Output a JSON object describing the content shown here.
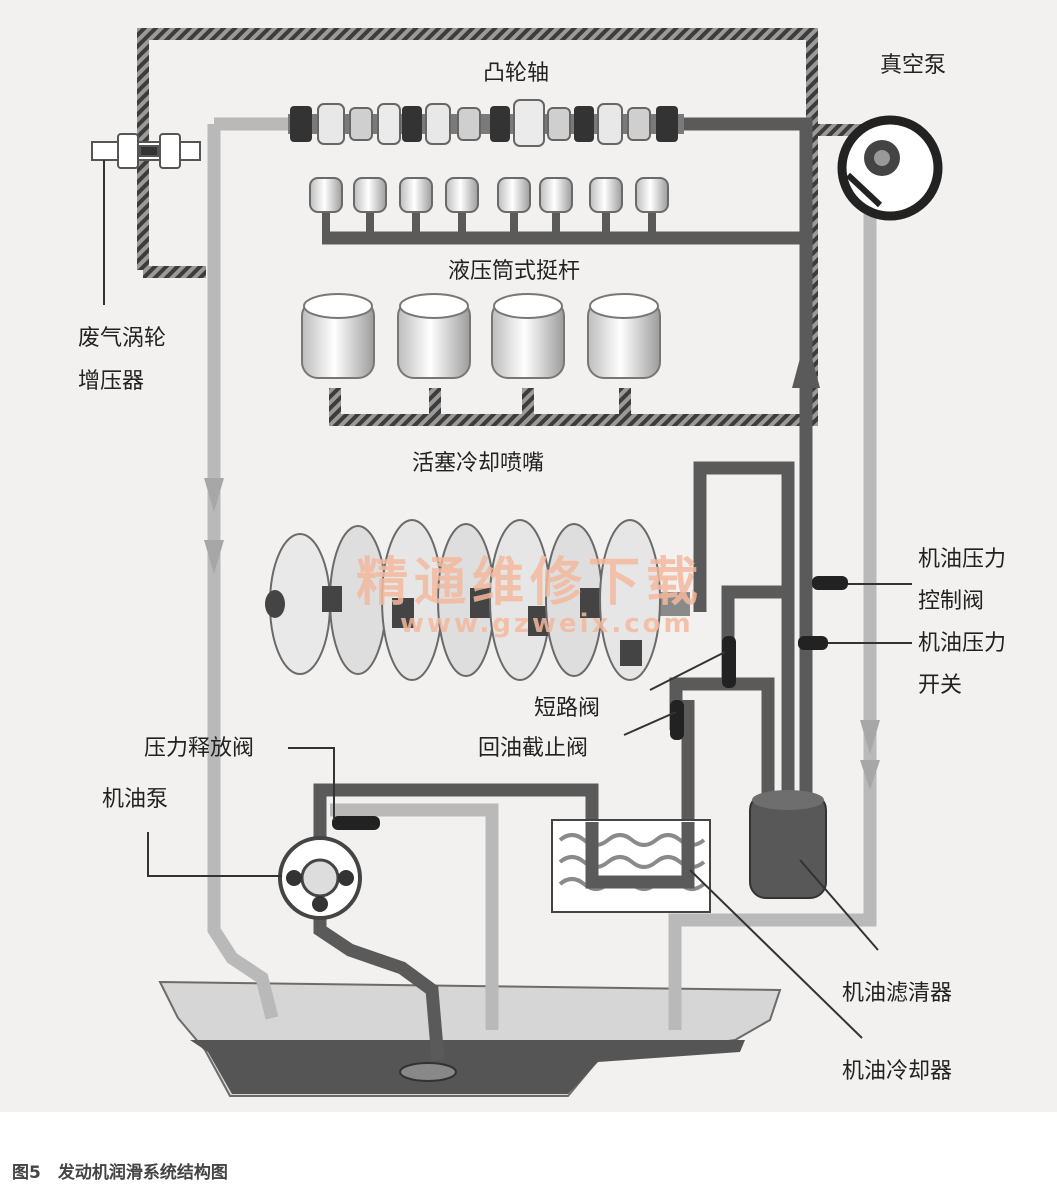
{
  "labels": {
    "camshaft": "凸轮轴",
    "vacuum_pump": "真空泵",
    "hydraulic_tappet": "液压筒式挺杆",
    "turbocharger_line1": "废气涡轮",
    "turbocharger_line2": "增压器",
    "piston_cooling_nozzle": "活塞冷却喷嘴",
    "oil_pressure_control_valve_line1": "机油压力",
    "oil_pressure_control_valve_line2": "控制阀",
    "oil_pressure_switch_line1": "机油压力",
    "oil_pressure_switch_line2": "开关",
    "short_circuit_valve": "短路阀",
    "return_check_valve": "回油截止阀",
    "pressure_relief_valve": "压力释放阀",
    "oil_pump": "机油泵",
    "oil_filter": "机油滤清器",
    "oil_cooler": "机油冷却器"
  },
  "watermark": {
    "text": "精通维修下载",
    "url": "www.gzweix.com"
  },
  "caption": "图5　发动机润滑系统结构图",
  "colors": {
    "pressure_line": "#5a5a5a",
    "return_line": "#b9b9b9",
    "background": "#f2f1ef",
    "watermark": "#f3b89c"
  }
}
